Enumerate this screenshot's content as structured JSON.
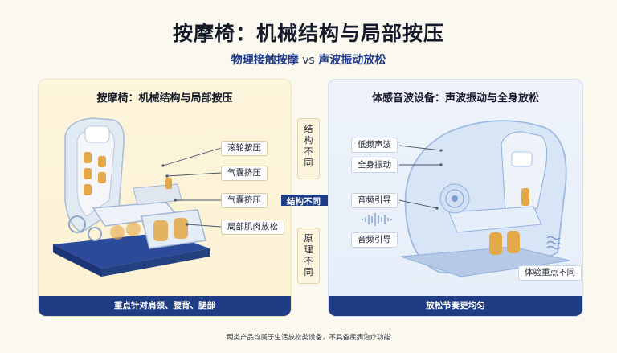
{
  "header": {
    "title": "按摩椅：机械结构与局部按压",
    "subtitle_a": "物理接触按摩",
    "subtitle_vs": " vs ",
    "subtitle_b": "声波振动放松"
  },
  "left_panel": {
    "title": "按摩椅：机械结构与局部按压",
    "labels": [
      "滚轮按压",
      "气囊挤压",
      "气囊挤压",
      "局部肌肉放松"
    ],
    "footer": "重点针对肩颈、腰背、腿部"
  },
  "middle": {
    "top_box": "结构不同",
    "arrow_label": "结构不同",
    "bottom_box": "原理不同"
  },
  "right_panel": {
    "title": "体感音波设备：声波振动与全身放松",
    "labels": [
      "低频声波",
      "全身振动",
      "音频引导",
      "音频引导",
      "体验重点不同"
    ],
    "footer": "放松节奏更均匀"
  },
  "footnote": "两类产品均属于生活放松类设备，不具备疾病治疗功能",
  "colors": {
    "navy": "#1f3d85",
    "gold": "#e3a847",
    "glass_blue": "#a9c4ea",
    "left_bg": "#fdf5dc",
    "right_bg": "#eef3fb"
  }
}
